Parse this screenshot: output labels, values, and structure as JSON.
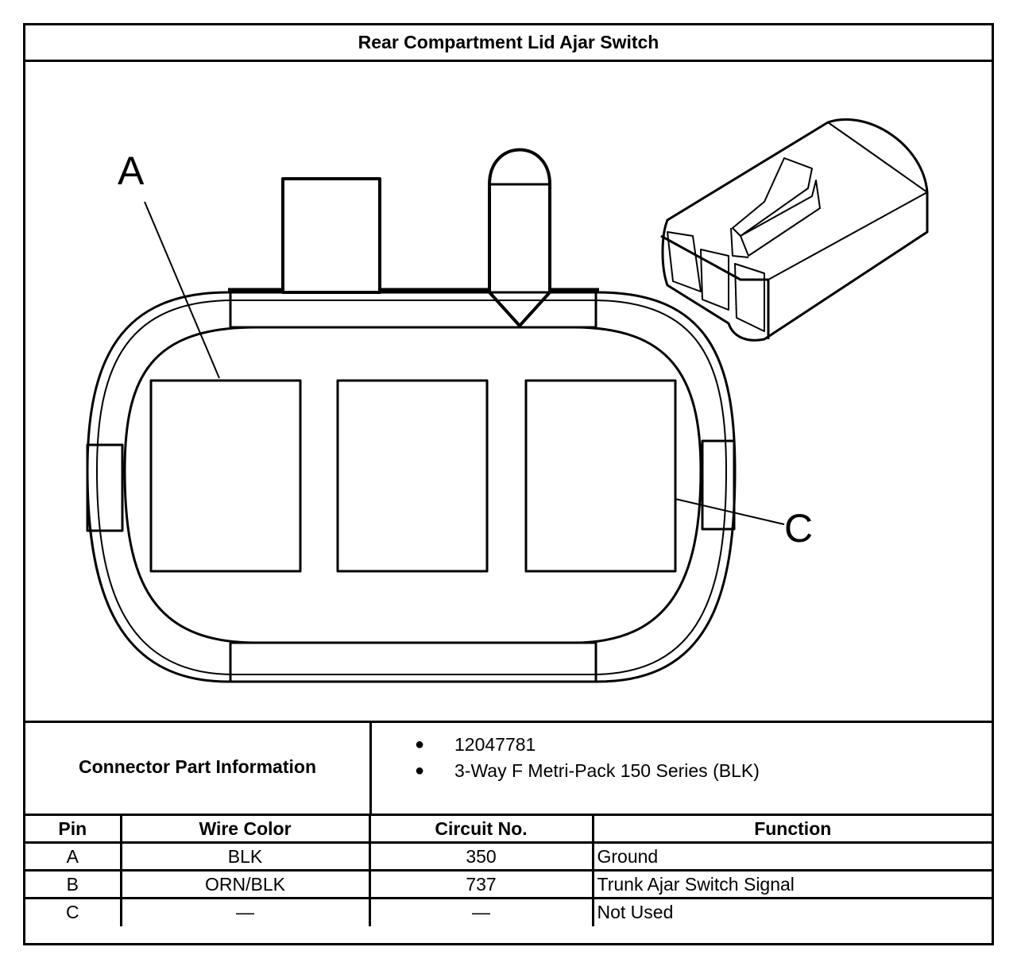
{
  "title": "Rear Compartment Lid Ajar Switch",
  "diagram": {
    "callouts": [
      "A",
      "C"
    ]
  },
  "connector_info": {
    "label": "Connector Part Information",
    "items": [
      "12047781",
      "3-Way F Metri-Pack 150 Series (BLK)"
    ]
  },
  "pin_table": {
    "headers": [
      "Pin",
      "Wire Color",
      "Circuit No.",
      "Function"
    ],
    "rows": [
      {
        "pin": "A",
        "wire_color": "BLK",
        "circuit": "350",
        "function": "Ground"
      },
      {
        "pin": "B",
        "wire_color": "ORN/BLK",
        "circuit": "737",
        "function": "Trunk Ajar Switch Signal"
      },
      {
        "pin": "C",
        "wire_color": "—",
        "circuit": "—",
        "function": "Not Used"
      }
    ]
  }
}
